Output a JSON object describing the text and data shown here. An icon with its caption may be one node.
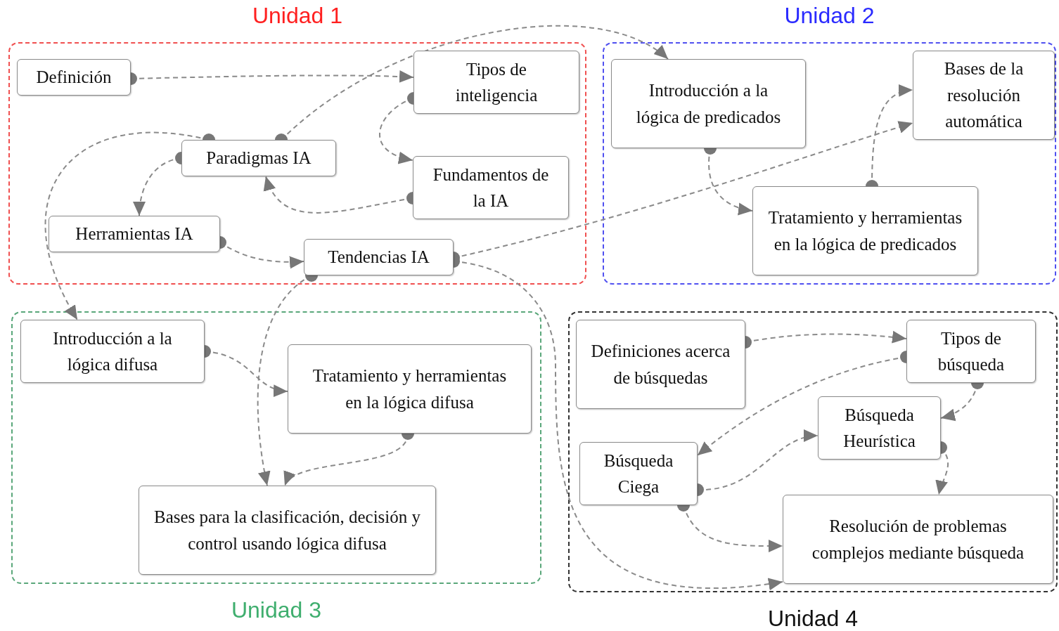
{
  "diagram": {
    "nodes": [
      {
        "text": [
          "Unidad 1"
        ]
      },
      {
        "text": [
          "Definición"
        ],
        "in": 0
      },
      {
        "text": [
          "Tipos de inteligencia"
        ],
        "in": 0
      },
      {
        "text": [
          "Paradigmas IA"
        ],
        "in": 0
      },
      {
        "text": [
          "Fundamentos de la IA"
        ],
        "in": 0
      },
      {
        "text": [
          "Herramientas IA"
        ],
        "in": 0
      },
      {
        "text": [
          "Tendencias IA"
        ],
        "in": 0
      },
      {
        "text": [
          "Unidad 2"
        ]
      },
      {
        "text": [
          "Introducción a la lógica de predicados"
        ],
        "in": 7
      },
      {
        "text": [
          "Bases de la resolución automática"
        ],
        "in": 7
      },
      {
        "text": [
          "Tratamiento y herramientas en la lógica de predicados"
        ],
        "in": 7
      },
      {
        "text": [
          "Unidad 3"
        ]
      },
      {
        "text": [
          "Introducción a la lógica difusa"
        ],
        "in": 11
      },
      {
        "text": [
          "Tratamiento y herramientas en la lógica difusa"
        ],
        "in": 11
      },
      {
        "text": [
          "Bases para la clasificación, decisión y control usando lógica difusa"
        ],
        "in": 11
      },
      {
        "text": [
          "Unidad 4"
        ]
      },
      {
        "text": [
          "Definiciones acerca de búsquedas"
        ],
        "in": 15
      },
      {
        "text": [
          "Tipos de búsqueda"
        ],
        "in": 15
      },
      {
        "text": [
          "Búsqueda Heurística"
        ],
        "in": 15
      },
      {
        "text": [
          "Búsqueda Ciega"
        ],
        "in": 15
      },
      {
        "text": [
          "Resolución de problemas complejos mediante búsqueda"
        ],
        "in": 15
      }
    ],
    "edges": [
      {
        "from": 1,
        "to": 2,
        "arrow": "to"
      },
      {
        "from": 2,
        "to": 4,
        "arrow": "to"
      },
      {
        "from": 4,
        "to": 3,
        "arrow": "to"
      },
      {
        "from": 3,
        "to": 5,
        "arrow": "to"
      },
      {
        "from": 3,
        "to": 12,
        "arrow": "to"
      },
      {
        "from": 3,
        "to": 8,
        "arrow": "to"
      },
      {
        "from": 5,
        "to": 6,
        "arrow": "to"
      },
      {
        "from": 6,
        "to": 9,
        "arrow": "to"
      },
      {
        "from": 6,
        "to": 14,
        "arrow": "to"
      },
      {
        "from": 6,
        "to": 20,
        "arrow": "to"
      },
      {
        "from": 8,
        "to": 10,
        "arrow": "to"
      },
      {
        "from": 10,
        "to": 9,
        "arrow": "to"
      },
      {
        "from": 12,
        "to": 13,
        "arrow": "to"
      },
      {
        "from": 13,
        "to": 14,
        "arrow": "to"
      },
      {
        "from": 16,
        "to": 17,
        "arrow": "to"
      },
      {
        "from": 17,
        "to": 19,
        "arrow": "to"
      },
      {
        "from": 17,
        "to": 18,
        "arrow": "to"
      },
      {
        "from": 19,
        "to": 18,
        "arrow": "to"
      },
      {
        "from": 18,
        "to": 20,
        "arrow": "to"
      },
      {
        "from": 19,
        "to": 20,
        "arrow": "to"
      }
    ]
  }
}
